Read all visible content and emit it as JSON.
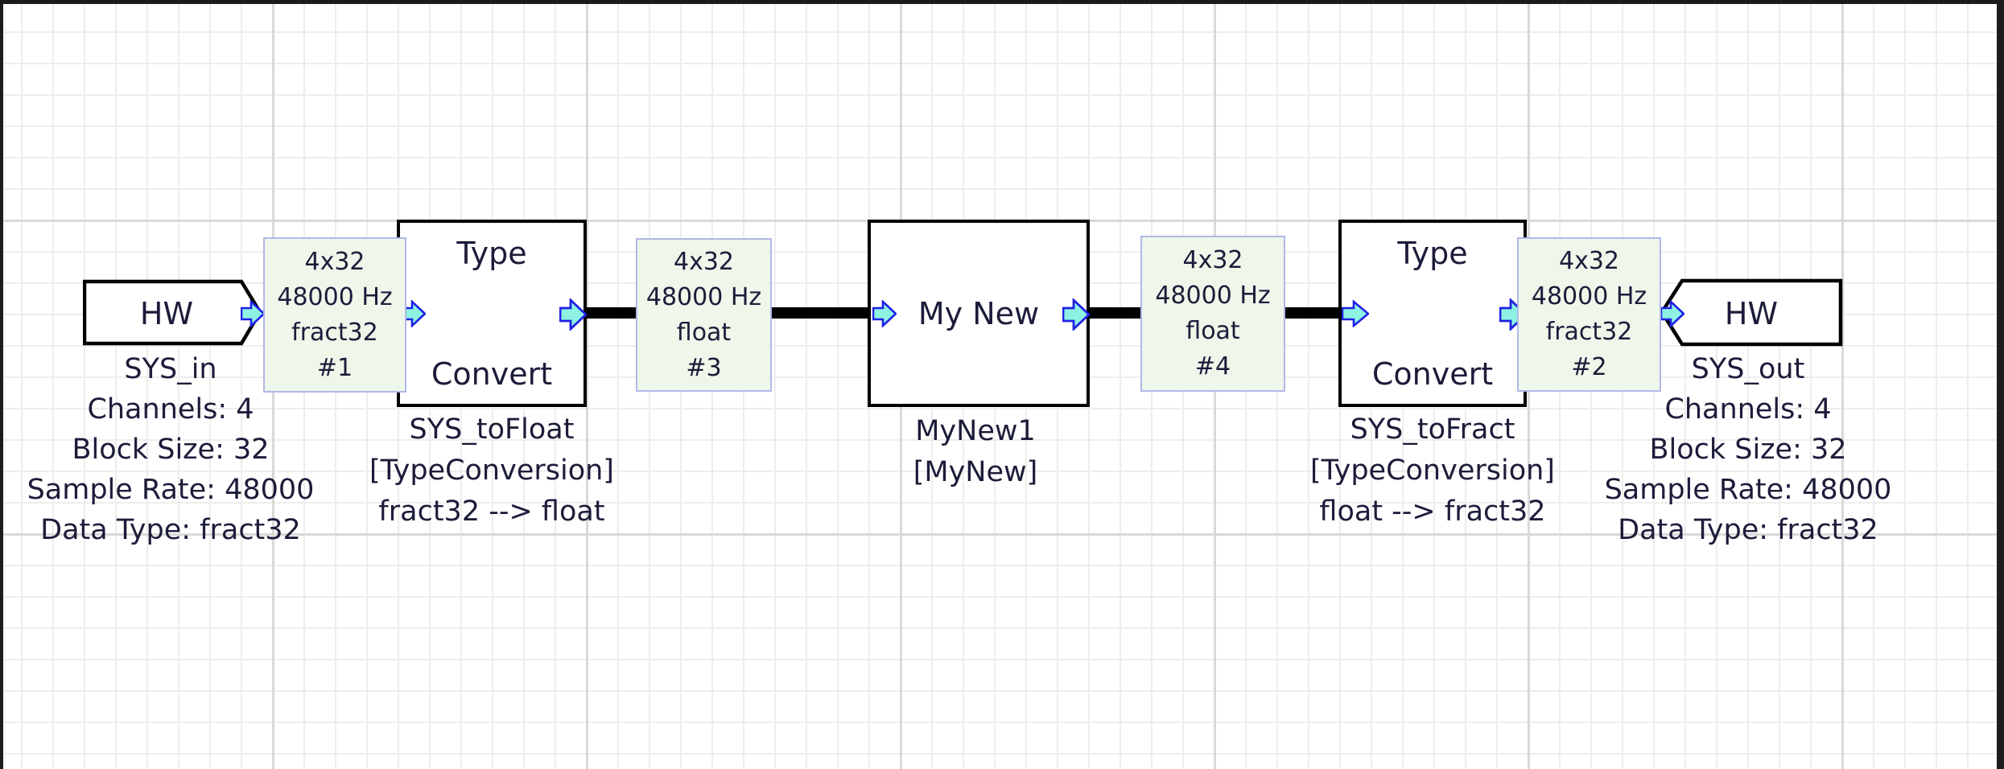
{
  "canvas": {
    "background": "#ffffff",
    "grid_minor_color": "#ededed",
    "grid_major_color": "#d9d9d9",
    "edge_color": "#1c1c1c"
  },
  "colors": {
    "block_fill": "#ffffff",
    "block_border": "#000000",
    "wire": "#000000",
    "port_fill": "#8df2e2",
    "port_border": "#2020e6",
    "annotation_fill": "#eef7ea",
    "annotation_border": "#b0b8e8",
    "text": "#1c1c3a"
  },
  "blocks": {
    "hw_in": {
      "title": "HW",
      "labels": [
        "SYS_in",
        "Channels: 4",
        "Block Size: 32",
        "Sample Rate: 48000",
        "Data Type: fract32"
      ]
    },
    "sys_to_float": {
      "title_line1": "Type",
      "title_line2": "Convert",
      "labels": [
        "SYS_toFloat",
        "[TypeConversion]",
        "fract32 --> float"
      ]
    },
    "my_new": {
      "title": "My New",
      "labels": [
        "MyNew1",
        "[MyNew]"
      ]
    },
    "sys_to_fract": {
      "title_line1": "Type",
      "title_line2": "Convert",
      "labels": [
        "SYS_toFract",
        "[TypeConversion]",
        "float --> fract32"
      ]
    },
    "hw_out": {
      "title": "HW",
      "labels": [
        "SYS_out",
        "Channels: 4",
        "Block Size: 32",
        "Sample Rate: 48000",
        "Data Type: fract32"
      ]
    }
  },
  "wire_annotations": {
    "ann1": {
      "lines": [
        "4x32",
        "48000 Hz",
        "fract32",
        "#1"
      ]
    },
    "ann3": {
      "lines": [
        "4x32",
        "48000 Hz",
        "float",
        "#3"
      ]
    },
    "ann4": {
      "lines": [
        "4x32",
        "48000 Hz",
        "float",
        "#4"
      ]
    },
    "ann2": {
      "lines": [
        "4x32",
        "48000 Hz",
        "fract32",
        "#2"
      ]
    }
  }
}
